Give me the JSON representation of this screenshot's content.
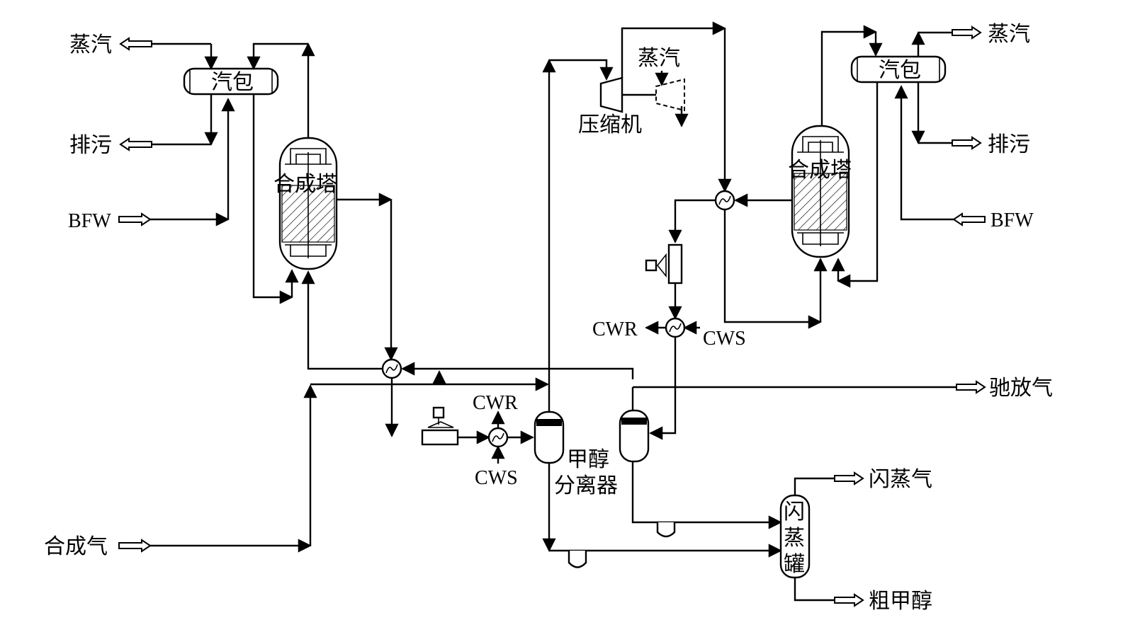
{
  "labels": {
    "steam": "蒸汽",
    "blowdown": "排污",
    "bfw": "BFW",
    "steam_drum": "汽包",
    "synthesis_tower": "合成塔",
    "compressor": "压缩机",
    "cwr": "CWR",
    "cws": "CWS",
    "purge_gas": "驰放气",
    "methanol_separator_1": "甲醇",
    "methanol_separator_2": "分离器",
    "flash_gas": "闪蒸气",
    "flash_tank_1": "闪",
    "flash_tank_2": "蒸",
    "flash_tank_3": "罐",
    "crude_methanol": "粗甲醇",
    "syngas": "合成气"
  }
}
